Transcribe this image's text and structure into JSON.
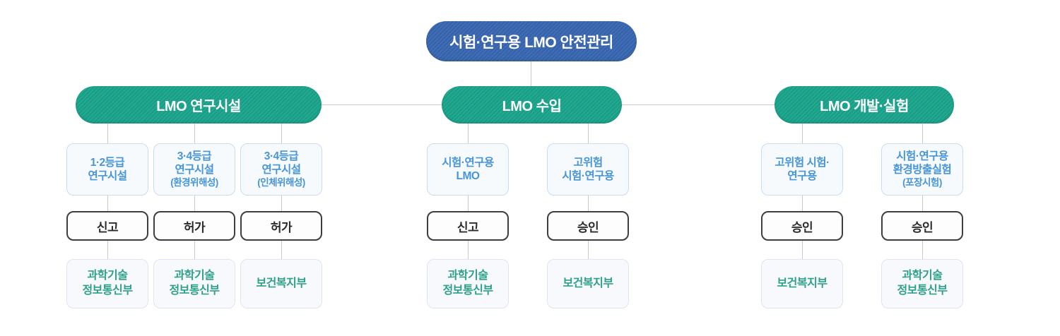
{
  "diagram": {
    "root_label": "시험·연구용 LMO 안전관리",
    "sections": [
      {
        "title": "LMO 연구시설",
        "columns": [
          {
            "category": "1·2등급\n연구시설",
            "category_sub": "",
            "action": "신고",
            "ministry": "과학기술\n정보통신부"
          },
          {
            "category": "3·4등급\n연구시설",
            "category_sub": "(환경위해성)",
            "action": "허가",
            "ministry": "과학기술\n정보통신부"
          },
          {
            "category": "3·4등급\n연구시설",
            "category_sub": "(인체위해성)",
            "action": "허가",
            "ministry": "보건복지부"
          }
        ]
      },
      {
        "title": "LMO 수입",
        "columns": [
          {
            "category": "시험·연구용\nLMO",
            "category_sub": "",
            "action": "신고",
            "ministry": "과학기술\n정보통신부"
          },
          {
            "category": "고위험\n시험·연구용",
            "category_sub": "",
            "action": "승인",
            "ministry": "보건복지부"
          }
        ]
      },
      {
        "title": "LMO 개발·실험",
        "columns": [
          {
            "category": "고위험 시험·\n연구용",
            "category_sub": "",
            "action": "승인",
            "ministry": "보건복지부"
          },
          {
            "category": "시험·연구용\n환경방출실험",
            "category_sub": "(포장시험)",
            "action": "승인",
            "ministry": "과학기술\n정보통신부"
          }
        ]
      }
    ],
    "colors": {
      "root_pill": "#3765b0",
      "section_pill": "#19a38a",
      "category_text": "#4795d9",
      "ministry_text": "#2da189",
      "action_border": "#3e3e3e",
      "connector": "#c9c9c9"
    }
  }
}
